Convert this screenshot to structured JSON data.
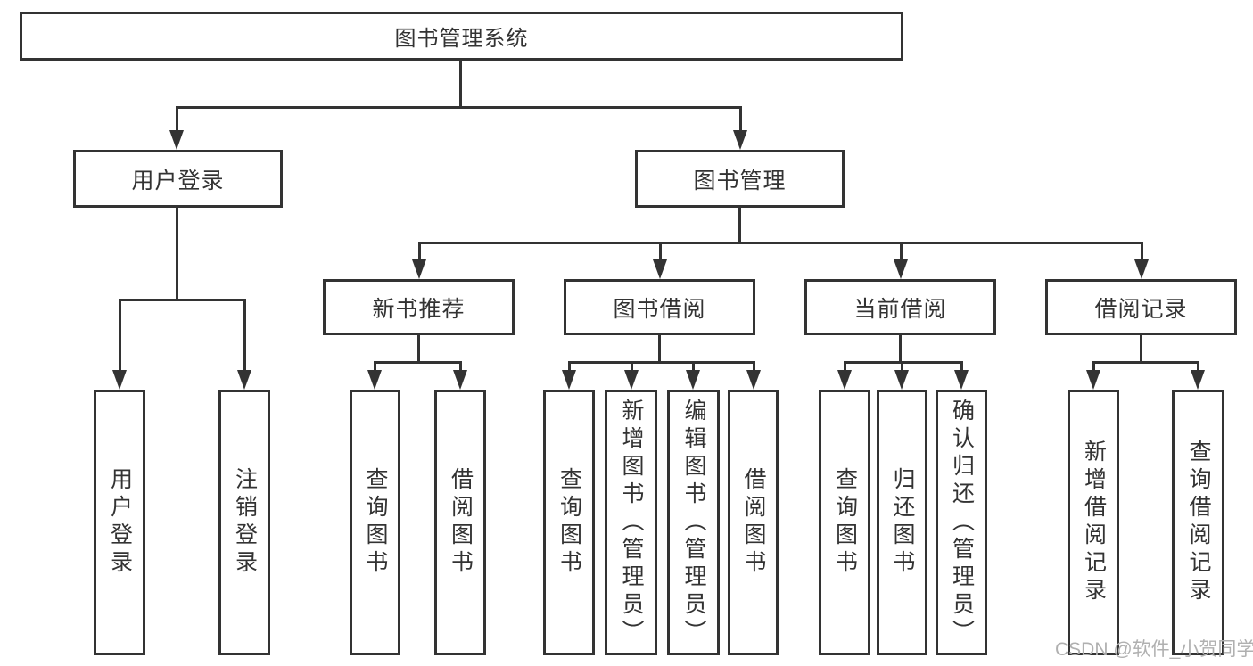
{
  "root": {
    "label": "图书管理系统"
  },
  "level2": [
    {
      "label": "用户登录",
      "leaves": [
        "用户登录",
        "注销登录"
      ]
    },
    {
      "label": "图书管理"
    }
  ],
  "level3": [
    {
      "label": "新书推荐",
      "leaves": [
        "查询图书",
        "借阅图书"
      ]
    },
    {
      "label": "图书借阅",
      "leaves": [
        "查询图书",
        "新增图书（管理员）",
        "编辑图书（管理员）",
        "借阅图书"
      ]
    },
    {
      "label": "当前借阅",
      "leaves": [
        "查询图书",
        "归还图书",
        "确认归还（管理员）"
      ]
    },
    {
      "label": "借阅记录",
      "leaves": [
        "新增借阅记录",
        "查询借阅记录"
      ]
    }
  ],
  "watermark": {
    "text": "CSDN @软件_小贺同学",
    "color": "#b0b0b0"
  },
  "colors": {
    "line": "#333333",
    "text": "#333333",
    "box_background": "#ffffff"
  }
}
